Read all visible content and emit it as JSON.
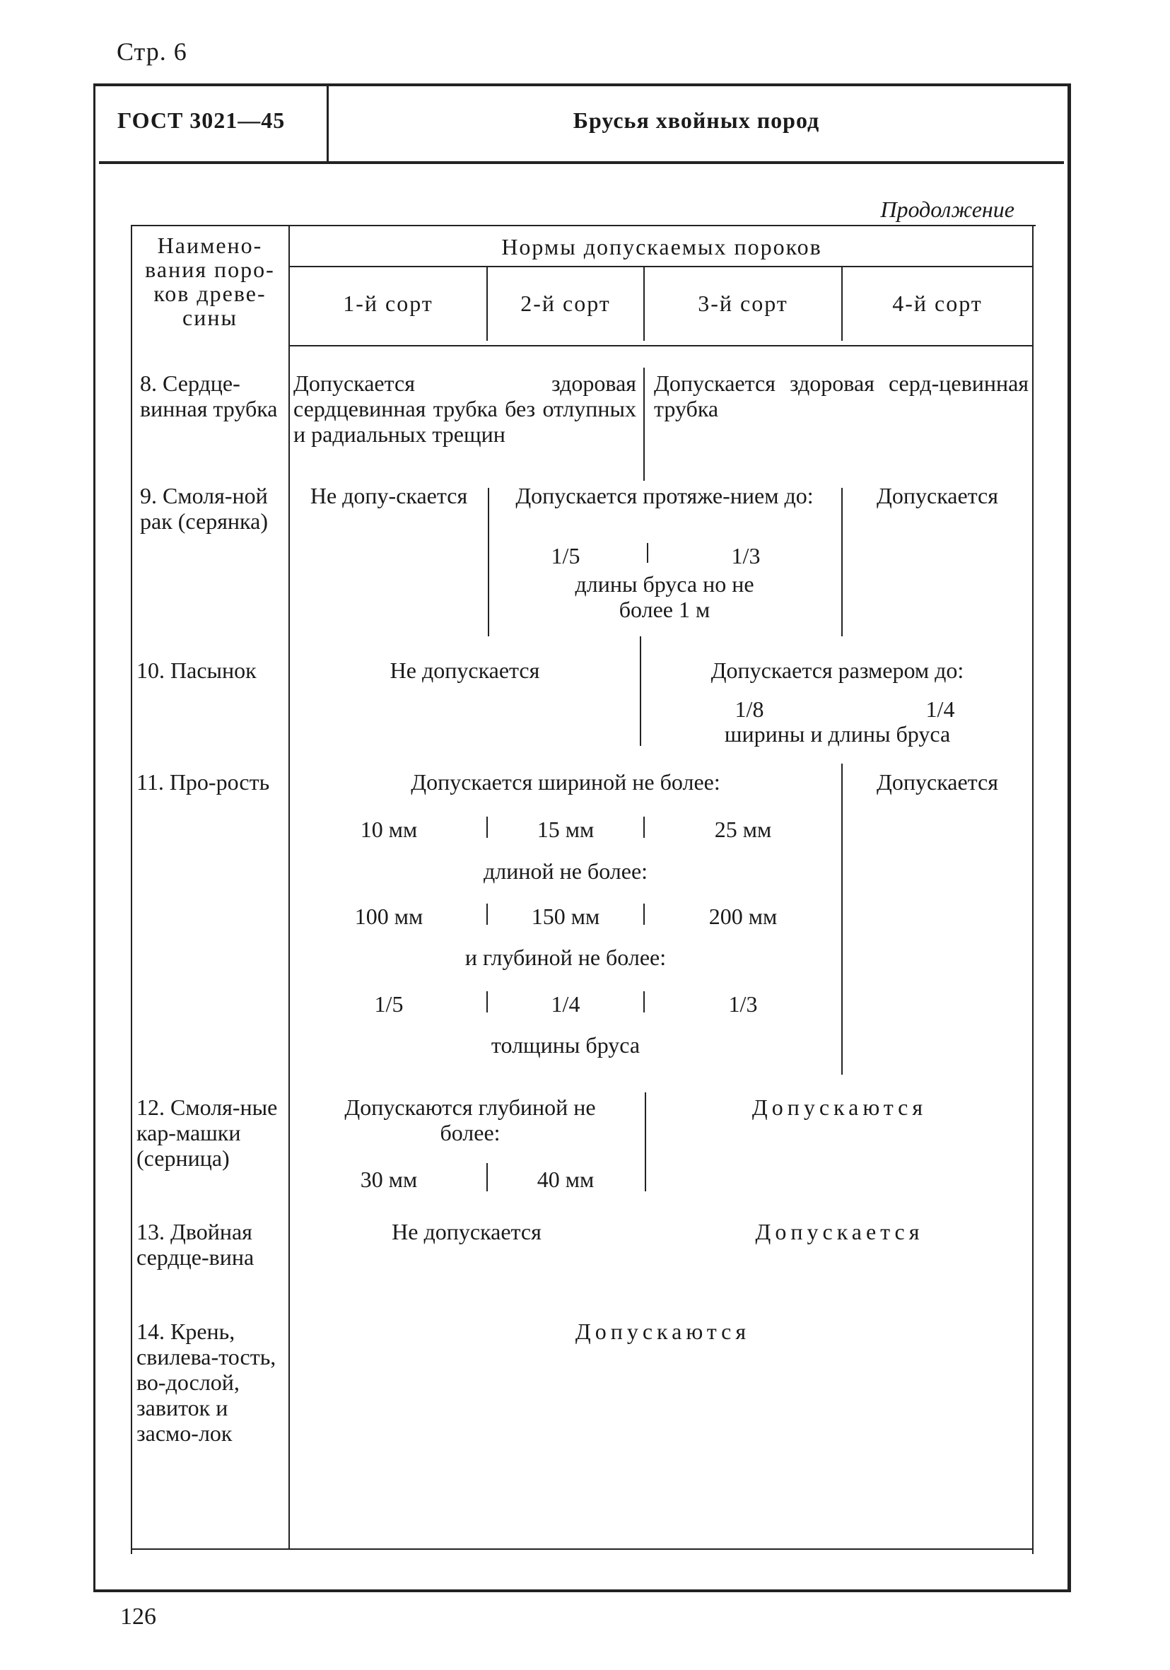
{
  "page": {
    "label": "Стр. 6",
    "number": "126"
  },
  "header": {
    "gost": "ГОСТ 3021—45",
    "title": "Брусья хвойных пород"
  },
  "continuation": "Продолжение",
  "table": {
    "col_name_header": "Наимено-вания поро-ков древе-сины",
    "norms_header": "Нормы допускаемых пороков",
    "grades": [
      "1-й сорт",
      "2-й сорт",
      "3-й сорт",
      "4-й сорт"
    ],
    "rows": {
      "r8": {
        "name": "8. Сердце-винная трубка",
        "a": "Допускается здоровая сердцевинная трубка без отлупных и радиальных трещин",
        "b": "Допускается здоровая серд-цевинная трубка"
      },
      "r9": {
        "name": "9. Смоля-ной рак (серянка)",
        "g1": "Не допу-скается",
        "g23": "Допускается протяже-нием до:",
        "f1": "1/5",
        "f2": "1/3",
        "g23b": "длины бруса но не более 1 м",
        "g4": "Допускается"
      },
      "r10": {
        "name": "10. Пасынок",
        "g12": "Не допускается",
        "g34": "Допускается размером до:",
        "f1": "1/8",
        "f2": "1/4",
        "g34b": "ширины и длины бруса"
      },
      "r11": {
        "name": "11. Про-рость",
        "line1": "Допускается шириной не более:",
        "w1": "10 мм",
        "w2": "15 мм",
        "w3": "25 мм",
        "line2": "длиной не более:",
        "l1": "100 мм",
        "l2": "150 мм",
        "l3": "200 мм",
        "line3": "и глубиной не более:",
        "d1": "1/5",
        "d2": "1/4",
        "d3": "1/3",
        "line4": "толщины бруса",
        "g4": "Допускается"
      },
      "r12": {
        "name": "12. Смоля-ные кар-машки (серница)",
        "g12": "Допускаются глубиной не более:",
        "v1": "30 мм",
        "v2": "40 мм",
        "g34": "Допускаются"
      },
      "r13": {
        "name": "13. Двойная сердце-вина",
        "g12": "Не допускается",
        "g34": "Допускается"
      },
      "r14": {
        "name": "14. Крень, свилева-тость, во-дослой, завиток и засмо-лок",
        "all": "Допускаются"
      }
    }
  }
}
